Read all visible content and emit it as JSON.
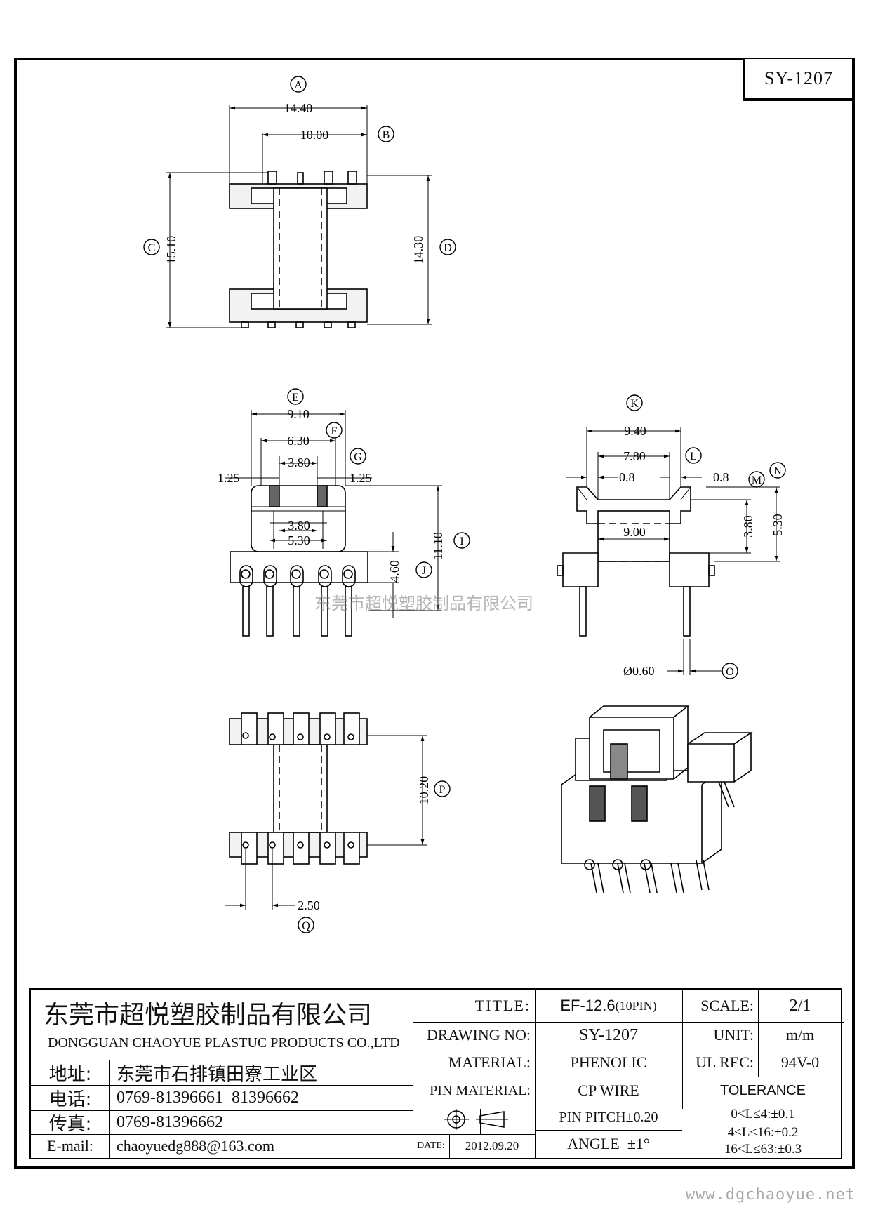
{
  "drawing_code": "SY-1207",
  "watermark": "东莞市超悦塑胶制品有限公司",
  "website": "www.dgchaoyue.net",
  "views": {
    "top": {
      "dims": {
        "A": "14.40",
        "B": "10.00",
        "C": "15.10",
        "D": "14.30"
      },
      "labels": {
        "A": "A",
        "B": "B",
        "C": "C",
        "D": "D"
      }
    },
    "front": {
      "dims": {
        "E": "9.10",
        "F": "6.30",
        "G": "3.80",
        "left_margin": "1.25",
        "right_margin": "1.25",
        "inner_a": "3.80",
        "inner_b": "5.30",
        "I": "11.10",
        "J": "4.60"
      },
      "labels": {
        "E": "E",
        "F": "F",
        "G": "G",
        "I": "I",
        "J": "J"
      }
    },
    "side": {
      "dims": {
        "K": "9.40",
        "L": "7.80",
        "left_gap": "0.8",
        "right_gap": "0.8",
        "inner": "9.00",
        "M": "3.80",
        "N": "5.30",
        "O": "Ø0.60"
      },
      "labels": {
        "K": "K",
        "L": "L",
        "M": "M",
        "N": "N",
        "O": "O"
      }
    },
    "bottom": {
      "dims": {
        "P": "10.20",
        "Q": "2.50"
      },
      "labels": {
        "P": "P",
        "Q": "Q"
      }
    }
  },
  "title_block": {
    "company_cn": "东莞市超悦塑胶制品有限公司",
    "company_en": "DONGGUAN CHAOYUE PLASTUC PRODUCTS CO.,LTD",
    "address_label": "地址:",
    "address": "东莞市石排镇田寮工业区",
    "phone_label": "电话:",
    "phone": "0769-81396661  81396662",
    "fax_label": "传真:",
    "fax": "0769-81396662",
    "email_label": "E-mail:",
    "email": "chaoyuedg888@163.com",
    "title_label": "TITLE:",
    "title": "EF-12.6",
    "title_suffix": "(10PIN)",
    "drawing_no_label": "DRAWING NO:",
    "drawing_no": "SY-1207",
    "material_label": "MATERIAL:",
    "material": "PHENOLIC",
    "pin_material_label": "PIN MATERIAL:",
    "pin_material": "CP WIRE",
    "pin_pitch": "PIN PITCH±0.20",
    "angle": "ANGLE  ±1°",
    "date_label": "DATE:",
    "date": "2012.09.20",
    "scale_label": "SCALE:",
    "scale": "2/1",
    "unit_label": "UNIT:",
    "unit": "m/m",
    "ul_rec_label": "UL REC:",
    "ul_rec": "94V-0",
    "tolerance_label": "TOLERANCE",
    "tolerances": [
      "0<L≤4:±0.1",
      "4<L≤16:±0.2",
      "16<L≤63:±0.3"
    ]
  }
}
